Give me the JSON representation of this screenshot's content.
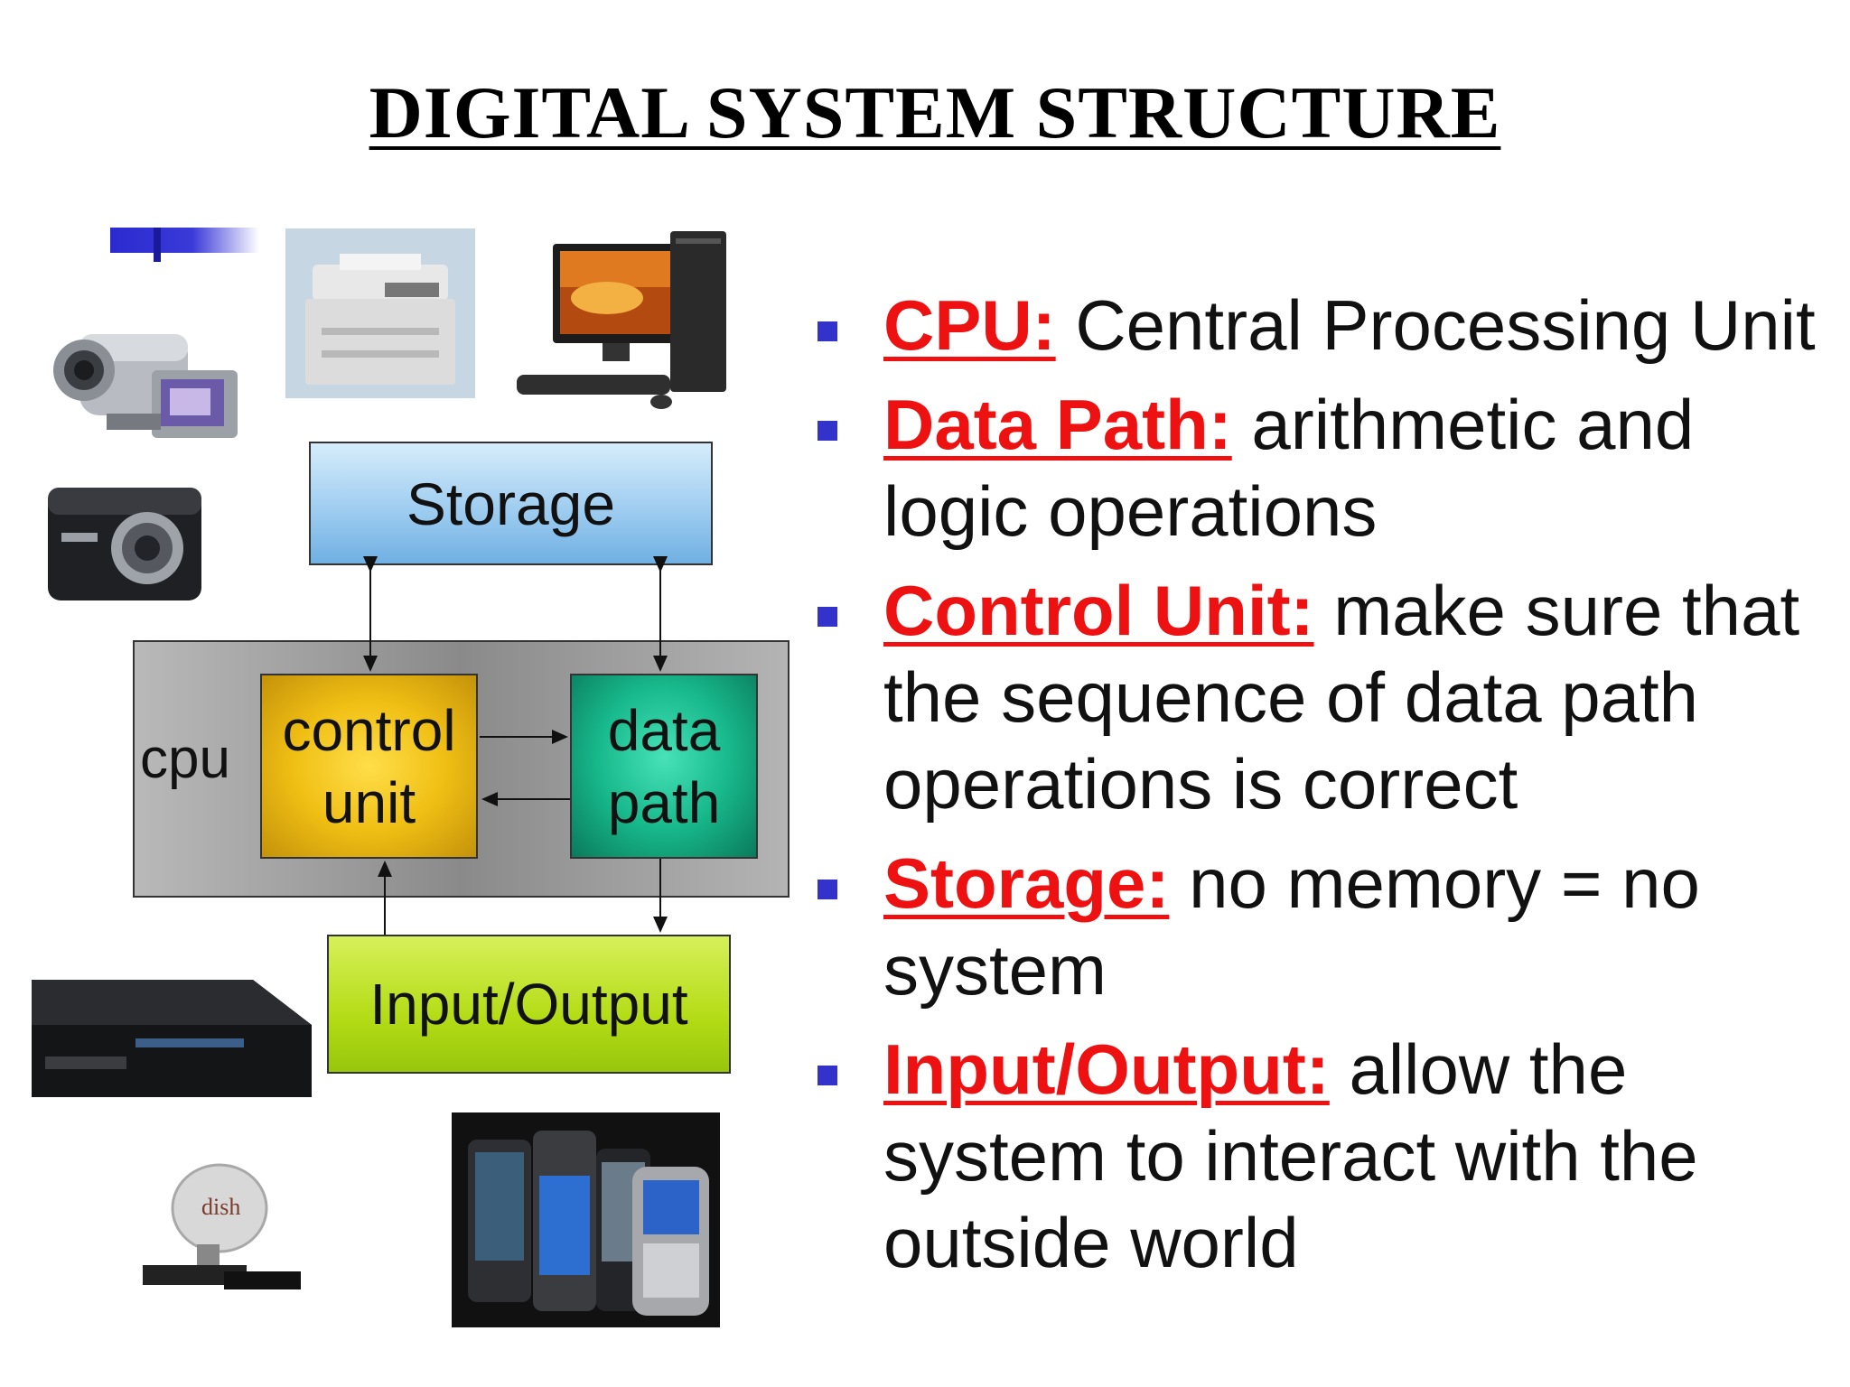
{
  "title": "DIGITAL SYSTEM STRUCTURE",
  "diagram": {
    "storage": "Storage",
    "cpu": "cpu",
    "control_line1": "control",
    "control_line2": "unit",
    "datapath_line1": "data",
    "datapath_line2": "path",
    "io": "Input/Output"
  },
  "bullets": [
    {
      "term": "CPU:",
      "text": "Central Processing Unit"
    },
    {
      "term": "Data Path:",
      "text": "arithmetic and logic operations"
    },
    {
      "term": "Control Unit:",
      "text": "make sure that the sequence of data path operations is correct"
    },
    {
      "term": "Storage:",
      "text": "no memory = no system"
    },
    {
      "term": "Input/Output:",
      "text": "allow the system to interact with the outside world"
    }
  ],
  "photos": [
    "camcorder-photo",
    "copier-photo",
    "desktop-computer-photo",
    "digital-camera-photo",
    "dvd-player-photo",
    "satellite-dish-photo",
    "smartphones-photo"
  ],
  "colors": {
    "term": "#ee1111",
    "bullet": "#3333cc",
    "storage": "#9fcdf0",
    "control_unit": "#f0bf14",
    "data_path": "#18b98c",
    "io": "#b4dc16",
    "cpu": "#9a9a9a"
  }
}
